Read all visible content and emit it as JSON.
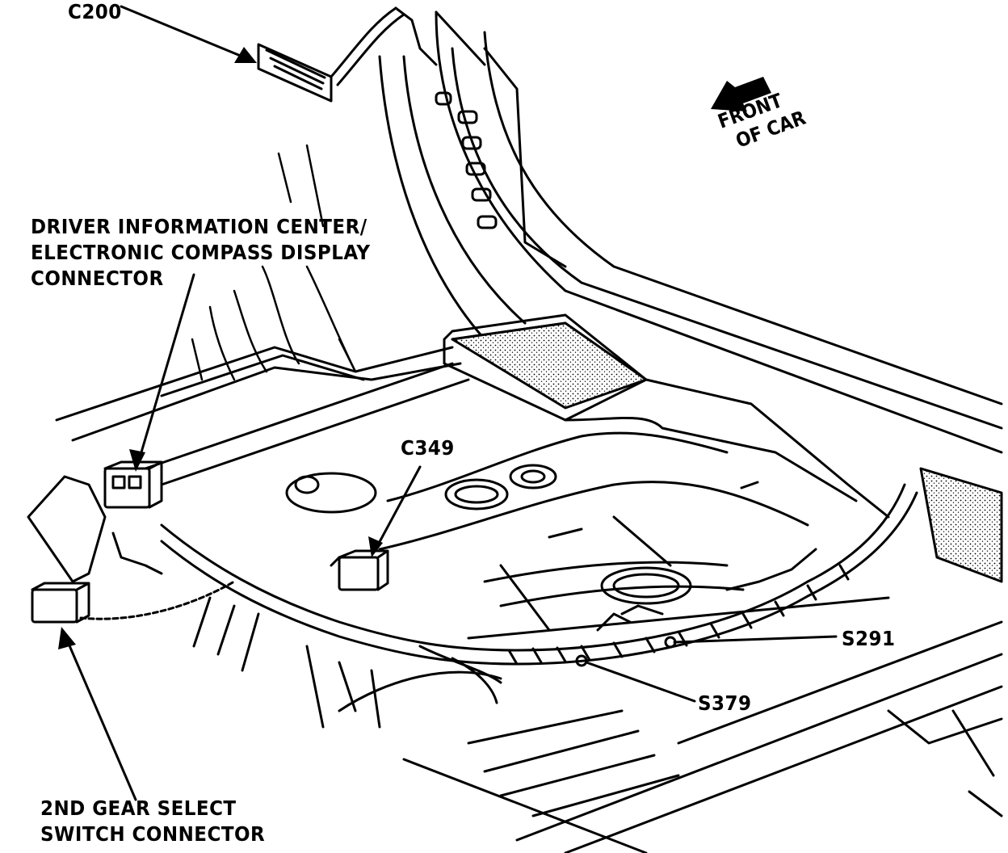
{
  "labels": {
    "c200": "C200",
    "dic_line1": "DRIVER INFORMATION CENTER/",
    "dic_line2": "ELECTRONIC COMPASS DISPLAY",
    "dic_line3": "CONNECTOR",
    "c349": "C349",
    "s291": "S291",
    "s379": "S379",
    "gear_line1": "2ND GEAR SELECT",
    "gear_line2": "SWITCH CONNECTOR",
    "front_line1": "FRONT",
    "front_line2": "OF CAR"
  },
  "colors": {
    "ink": "#000000",
    "paper": "#ffffff"
  }
}
